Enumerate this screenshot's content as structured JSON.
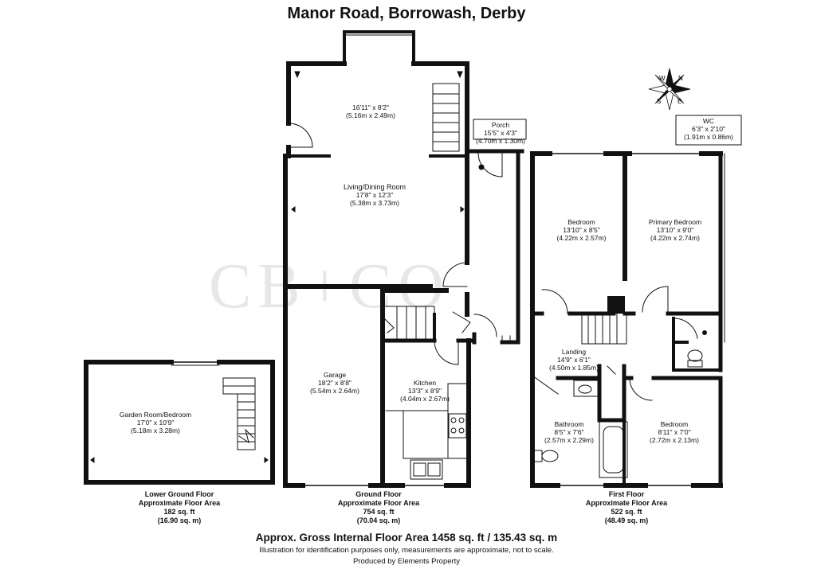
{
  "title": "Manor Road, Borrowash, Derby",
  "watermark": "CB+CO",
  "rooms": {
    "living_top": {
      "name": "",
      "dim_imperial": "16'11\" x 8'2\"",
      "dim_metric": "(5.16m x 2.49m)"
    },
    "living": {
      "name": "Living/Dining Room",
      "dim_imperial": "17'8\" x 12'3\"",
      "dim_metric": "(5.38m x 3.73m)"
    },
    "porch": {
      "name": "Porch",
      "dim_imperial": "15'5\" x 4'3\"",
      "dim_metric": "(4.70m x 1.30m)"
    },
    "garage": {
      "name": "Garage",
      "dim_imperial": "18'2\" x 8'8\"",
      "dim_metric": "(5.54m x 2.64m)"
    },
    "kitchen": {
      "name": "Kitchen",
      "dim_imperial": "13'3\" x 8'9\"",
      "dim_metric": "(4.04m x 2.67m)"
    },
    "garden_room": {
      "name": "Garden Room/Bedroom",
      "dim_imperial": "17'0\" x 10'9\"",
      "dim_metric": "(5.18m x 3.28m)"
    },
    "bedroom1": {
      "name": "Bedroom",
      "dim_imperial": "13'10\" x 8'5\"",
      "dim_metric": "(4.22m x 2.57m)"
    },
    "primary_bedroom": {
      "name": "Primary Bedroom",
      "dim_imperial": "13'10\" x 9'0\"",
      "dim_metric": "(4.22m x 2.74m)"
    },
    "wc": {
      "name": "WC",
      "dim_imperial": "6'3\" x 2'10\"",
      "dim_metric": "(1.91m x 0.86m)"
    },
    "landing": {
      "name": "Landing",
      "dim_imperial": "14'9\" x 6'1\"",
      "dim_metric": "(4.50m x 1.85m)"
    },
    "bathroom": {
      "name": "Bathroom",
      "dim_imperial": "8'5\" x 7'6\"",
      "dim_metric": "(2.57m x 2.29m)"
    },
    "bedroom2": {
      "name": "Bedroom",
      "dim_imperial": "8'11\" x 7'0\"",
      "dim_metric": "(2.72m x 2.13m)"
    }
  },
  "floors": {
    "lower": {
      "name": "Lower Ground Floor",
      "area_label": "Approximate Floor Area",
      "sqft": "182 sq. ft",
      "sqm": "(16.90 sq. m)"
    },
    "ground": {
      "name": "Ground Floor",
      "area_label": "Approximate Floor Area",
      "sqft": "754 sq. ft",
      "sqm": "(70.04 sq. m)"
    },
    "first": {
      "name": "First Floor",
      "area_label": "Approximate Floor Area",
      "sqft": "522 sq. ft",
      "sqm": "(48.49 sq. m)"
    }
  },
  "compass": {
    "n": "N",
    "s": "S",
    "e": "E",
    "w": "W"
  },
  "footer": {
    "gross": "Approx. Gross Internal Floor Area 1458 sq. ft / 135.43 sq. m",
    "disclaimer": "Illustration for identification purposes only, measurements are approximate, not to scale.",
    "producer": "Produced by Elements Property"
  }
}
